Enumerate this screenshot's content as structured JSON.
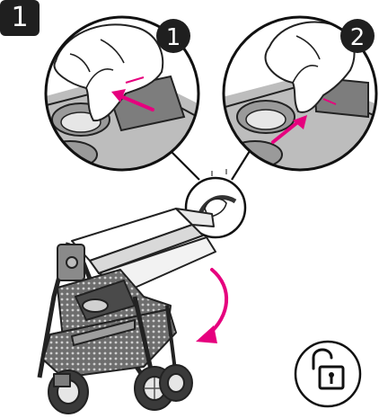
{
  "step": {
    "number": "1"
  },
  "detail_left": {
    "number": "1",
    "arrow_color": "#e6007e"
  },
  "detail_right": {
    "number": "2",
    "arrow_color": "#e6007e"
  },
  "icons": {
    "unlock": "unlock-padlock-icon",
    "rotate": "fold-direction-arrow-icon"
  }
}
